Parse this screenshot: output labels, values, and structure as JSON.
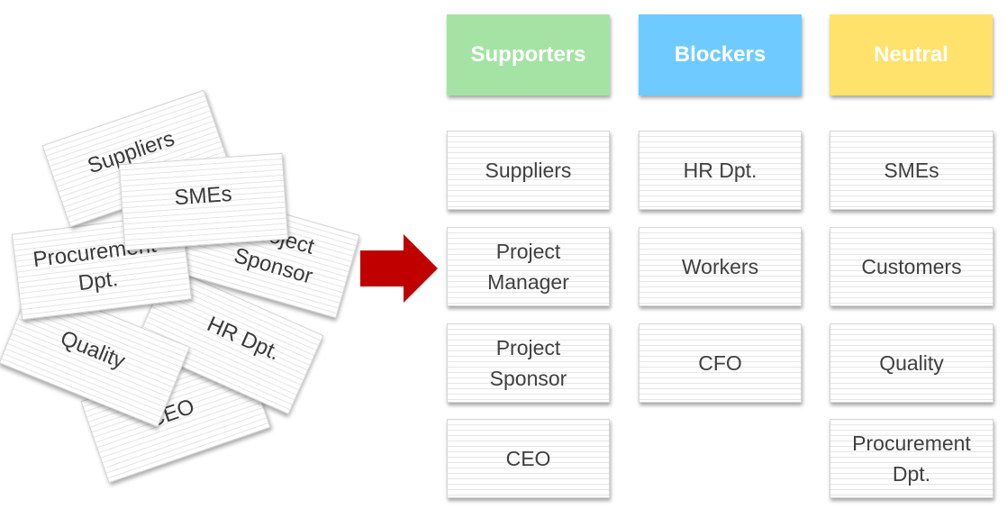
{
  "columns": [
    {
      "title": "Supporters",
      "color": "#a5e3a5",
      "items": [
        "Suppliers",
        "Project\nManager",
        "Project\nSponsor",
        "CEO"
      ]
    },
    {
      "title": "Blockers",
      "color": "#6fcbff",
      "items": [
        "HR Dpt.",
        "Workers",
        "CFO"
      ]
    },
    {
      "title": "Neutral",
      "color": "#ffe26b",
      "items": [
        "SMEs",
        "Customers",
        "Quality",
        "Procurement\nDpt."
      ]
    }
  ],
  "scattered_cards": {
    "suppliers": "Suppliers",
    "smes": "SMEs",
    "procurement": "Procurement\nDpt.",
    "project_sponsor": "Project\nSponsor",
    "hr": "HR Dpt.",
    "quality": "Quality",
    "ceo": "CEO"
  },
  "arrow": {
    "color": "#c00000"
  }
}
